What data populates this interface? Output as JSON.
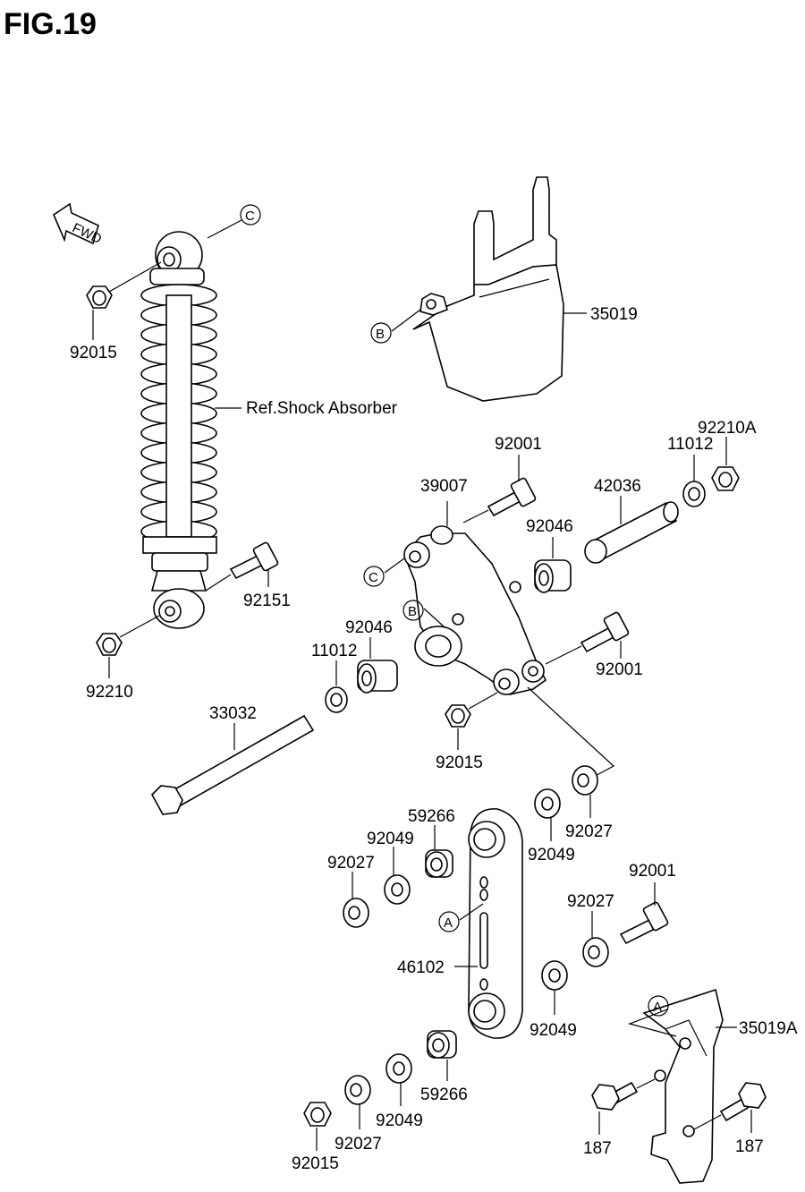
{
  "figure": {
    "title": "FIG.19",
    "fwd": "FWD"
  },
  "refs": {
    "a": "A",
    "b": "B",
    "c": "C"
  },
  "labels": {
    "p35019": "35019",
    "ref_shock": "Ref.Shock Absorber",
    "p92015_top": "92015",
    "p92001_top": "92001",
    "p92210A": "92210A",
    "p11012_r": "11012",
    "p39007": "39007",
    "p42036": "42036",
    "p92046_r": "92046",
    "p92151": "92151",
    "p92046_l": "92046",
    "p11012_l": "11012",
    "p92001_mid": "92001",
    "p92210": "92210",
    "p33032": "33032",
    "p92015_mid": "92015",
    "p92027_r": "92027",
    "p59266_top": "59266",
    "p92049_top": "92049",
    "p92049_r": "92049",
    "p92027_l": "92027",
    "p92001_low": "92001",
    "p92027_m": "92027",
    "p46102": "46102",
    "p92049_low": "92049",
    "p35019A": "35019A",
    "p59266_low": "59266",
    "p92049_bot": "92049",
    "p92027_bot": "92027",
    "p92015_bot": "92015",
    "p187_l": "187",
    "p187_r": "187"
  }
}
